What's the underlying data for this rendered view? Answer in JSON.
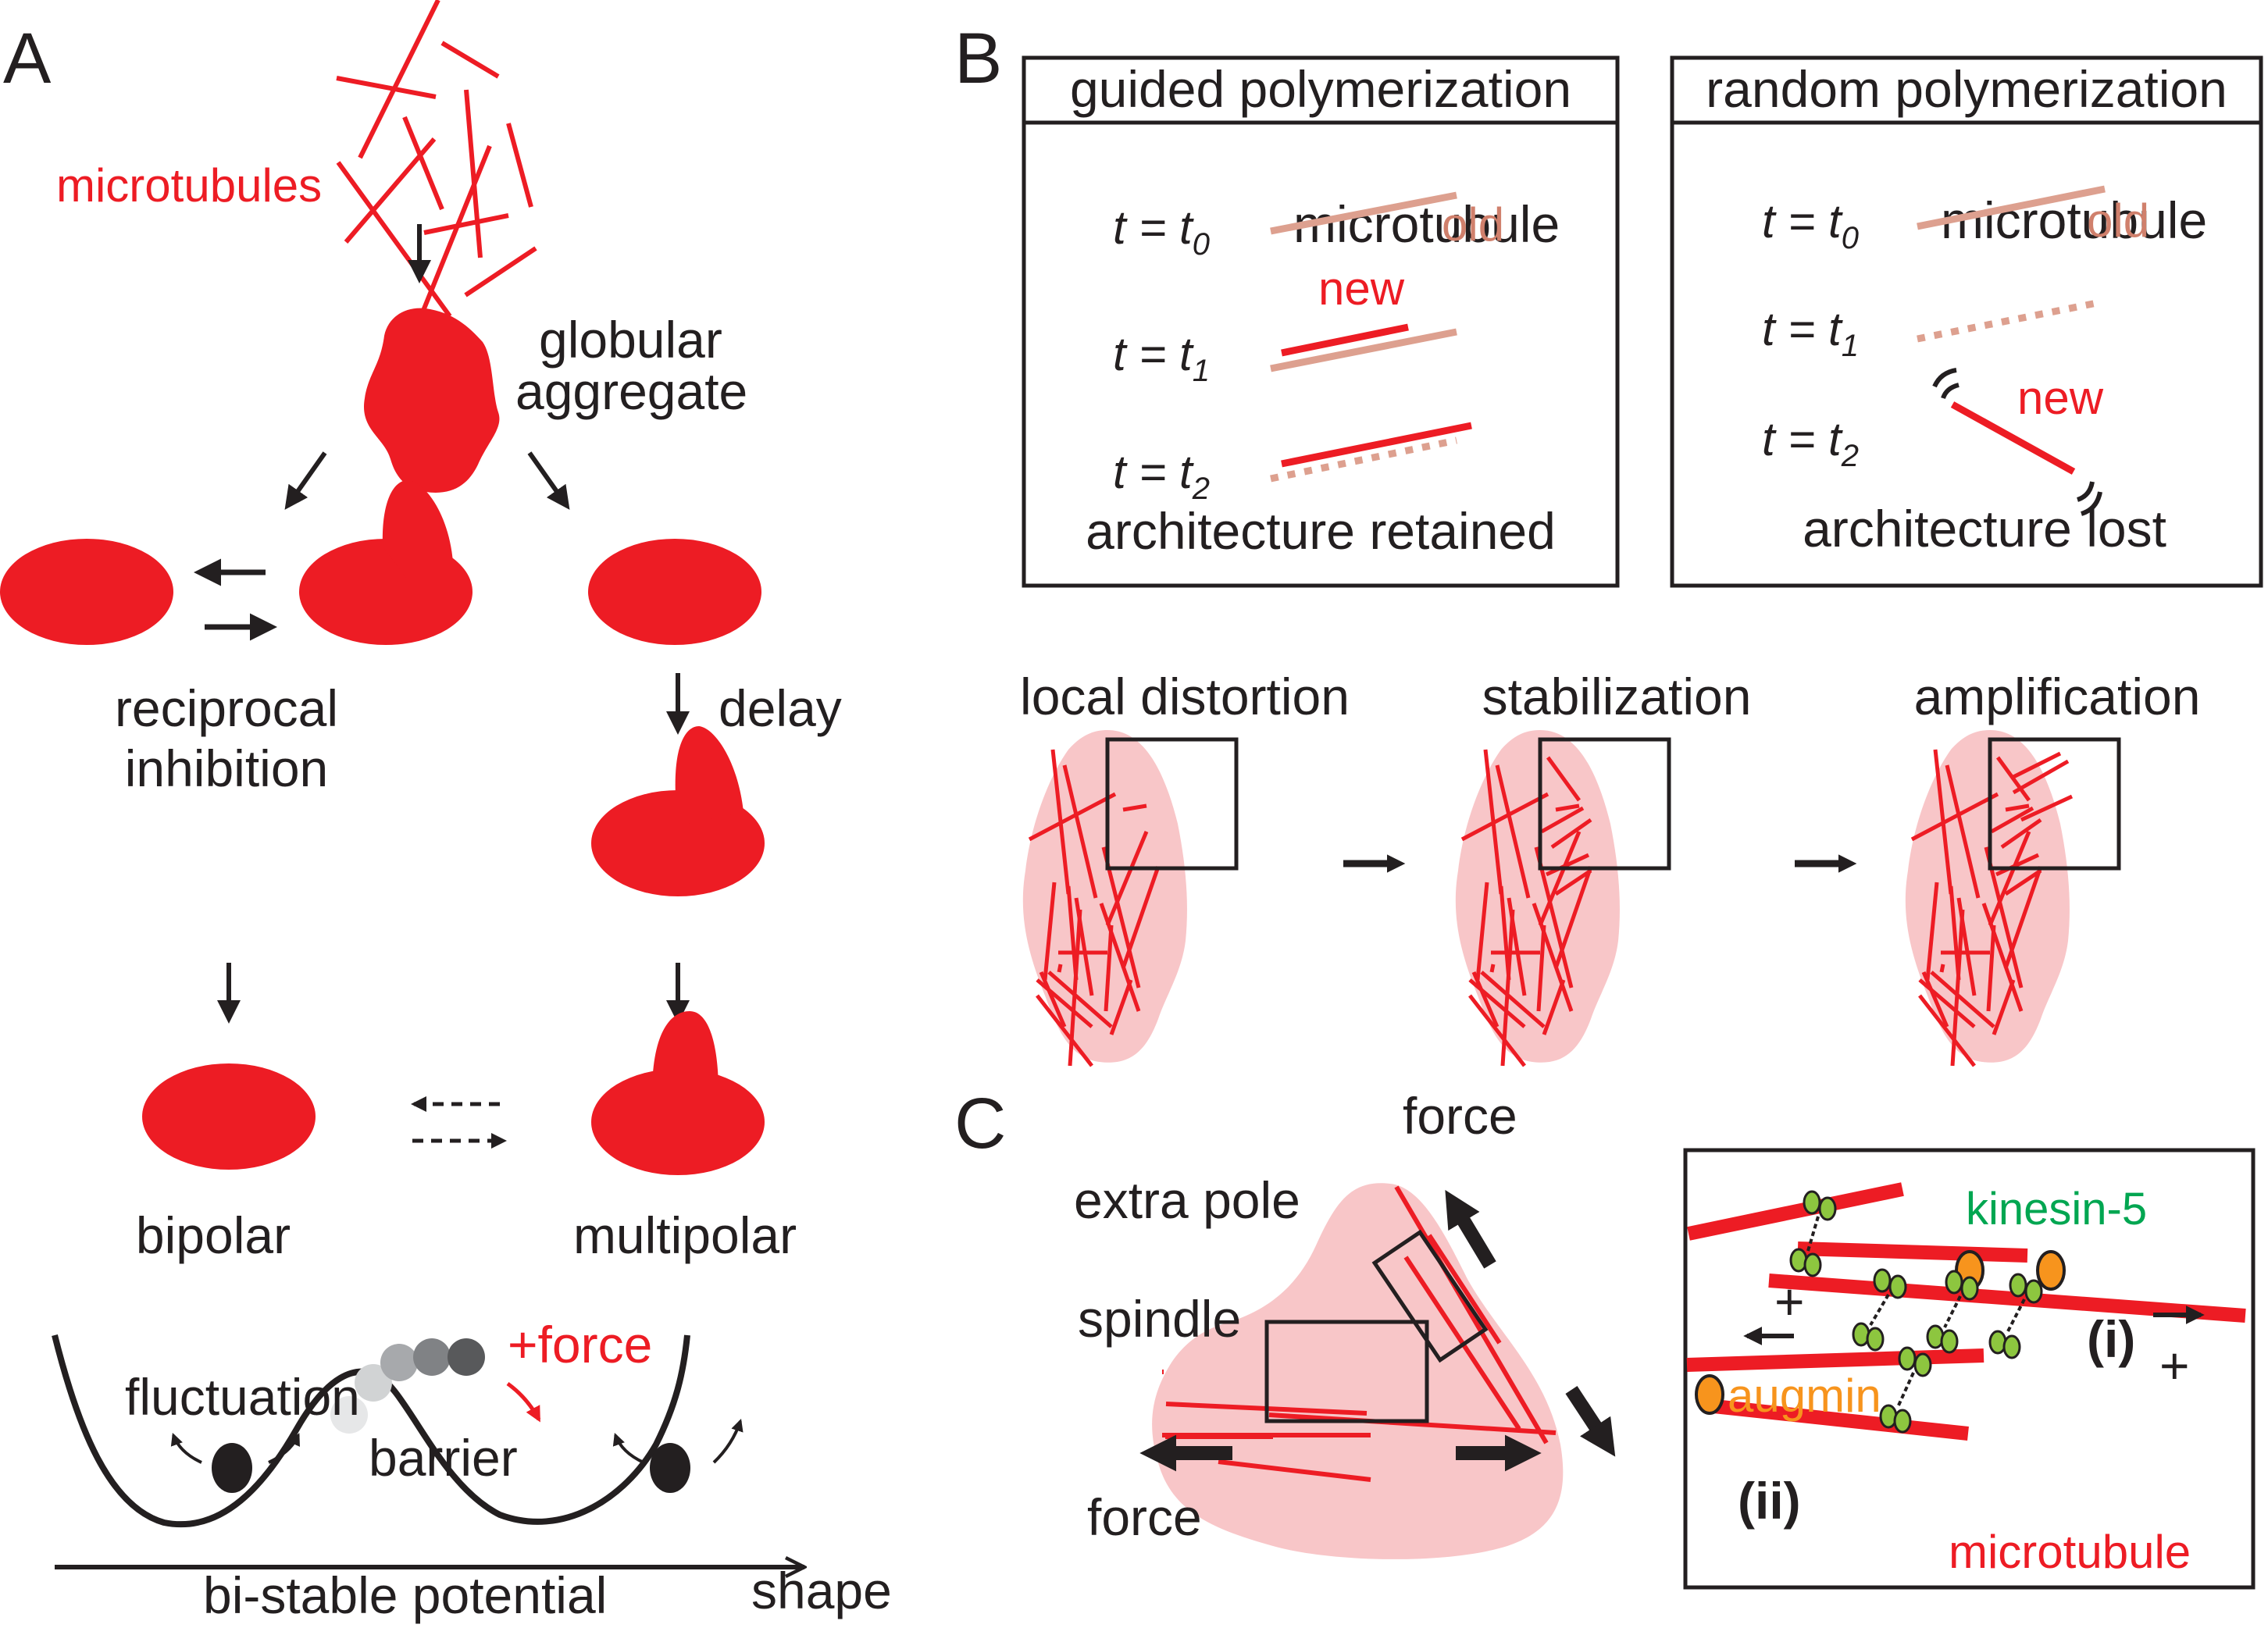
{
  "colors": {
    "red": "#ED1C24",
    "old": "#DDA08F",
    "old_text": "#D0806C",
    "pink": "#F8C6C8",
    "black": "#231F20",
    "kinesin_text": "#00A651",
    "kinesin_head": "#8DC63F",
    "augmin": "#F7941D"
  },
  "panel_a": {
    "label": "A",
    "microtubules_label": "microtubules",
    "globular_label_line1": "globular",
    "globular_label_line2": "aggregate",
    "reciprocal_line1": "reciprocal",
    "reciprocal_line2": "inhibition",
    "delay_label": "delay",
    "bipolar_label": "bipolar",
    "multipolar_label": "multipolar",
    "potential": {
      "fluctuation_label": "fluctuation",
      "force_label": "+force",
      "barrier_label": "barrier",
      "axis_label": "shape",
      "title": "bi-stable potential"
    }
  },
  "panel_b": {
    "label": "B",
    "guided": {
      "title": "guided polymerization",
      "microtubule_label": "microtubule",
      "old_label": "old",
      "new_label": "new",
      "times": [
        {
          "t": "t = t",
          "sub": "0"
        },
        {
          "t": "t = t",
          "sub": "1"
        },
        {
          "t": "t = t",
          "sub": "2"
        }
      ],
      "result": "architecture retained"
    },
    "random": {
      "title": "random polymerization",
      "microtubule_label": "microtubule",
      "old_label": "old",
      "new_label": "new",
      "times": [
        {
          "t": "t = t",
          "sub": "0"
        },
        {
          "t": "t = t",
          "sub": "1"
        },
        {
          "t": "t = t",
          "sub": "2"
        }
      ],
      "result": "architecture lost"
    },
    "stages": [
      "local distortion",
      "stabilization",
      "amplification"
    ]
  },
  "panel_c": {
    "label": "C",
    "force_top": "force",
    "extra_pole": "extra pole",
    "spindle": "spindle",
    "force_bottom": "force",
    "inset": {
      "kinesin_label": "kinesin-5",
      "augmin_label": "augmin",
      "microtubule_label": "microtubule",
      "label_i": "(i)",
      "label_ii": "(ii)",
      "plus_sign": "+"
    }
  }
}
